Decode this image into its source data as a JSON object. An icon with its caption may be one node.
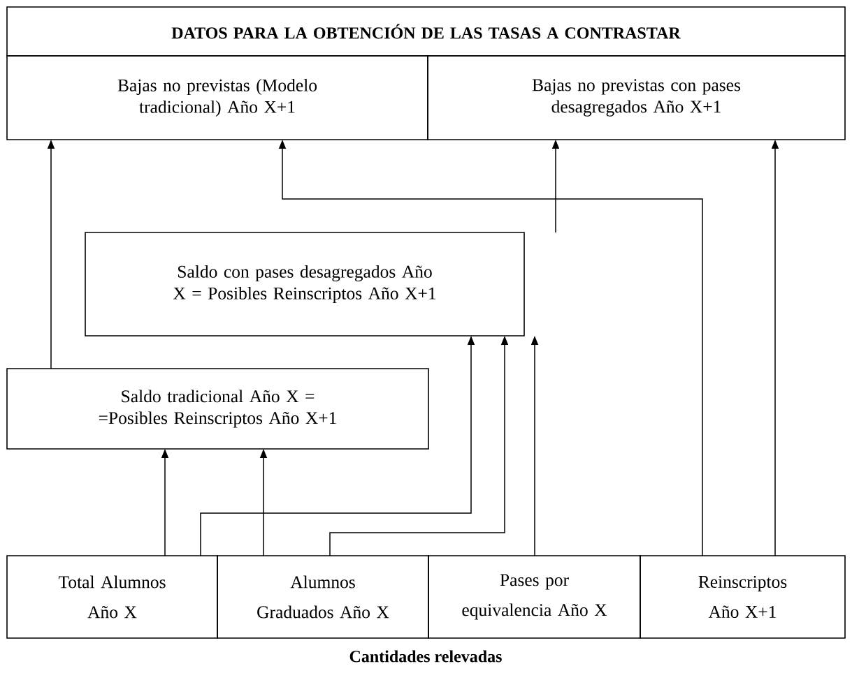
{
  "diagram": {
    "caption": "Cantidades relevadas",
    "nodes": [
      {
        "text": [
          "DATOS PARA LA OBTENCIÓN DE LAS TASAS A CONTRASTAR"
        ]
      },
      {
        "text": [
          "Bajas no previstas (Modelo tradicional) Año X+1"
        ]
      },
      {
        "text": [
          "Bajas no previstas con pases desagregados Año X+1"
        ]
      },
      {
        "text": [
          "Saldo con pases desagregados Año X = Posibles Reinscriptos Año X+1"
        ]
      },
      {
        "text": [
          "Saldo tradicional Año X = =Posibles Reinscriptos Año X+1"
        ]
      },
      {
        "text": [
          "Total Alumnos Año X"
        ]
      },
      {
        "text": [
          "Alumnos Graduados Año X"
        ]
      },
      {
        "text": [
          "Pases por equivalencia Año X"
        ]
      },
      {
        "text": [
          "Reinscriptos Año X+1"
        ]
      }
    ],
    "edges": [
      {
        "from": 4,
        "to": 1,
        "arrow": "to"
      },
      {
        "from": 8,
        "to": 1,
        "arrow": "to"
      },
      {
        "from": 3,
        "to": 2,
        "arrow": "to"
      },
      {
        "from": 8,
        "to": 2,
        "arrow": "to"
      },
      {
        "from": 5,
        "to": 3,
        "arrow": "to"
      },
      {
        "from": 6,
        "to": 3,
        "arrow": "to"
      },
      {
        "from": 7,
        "to": 3,
        "arrow": "to"
      },
      {
        "from": 5,
        "to": 4,
        "arrow": "to"
      },
      {
        "from": 6,
        "to": 4,
        "arrow": "to"
      }
    ]
  }
}
